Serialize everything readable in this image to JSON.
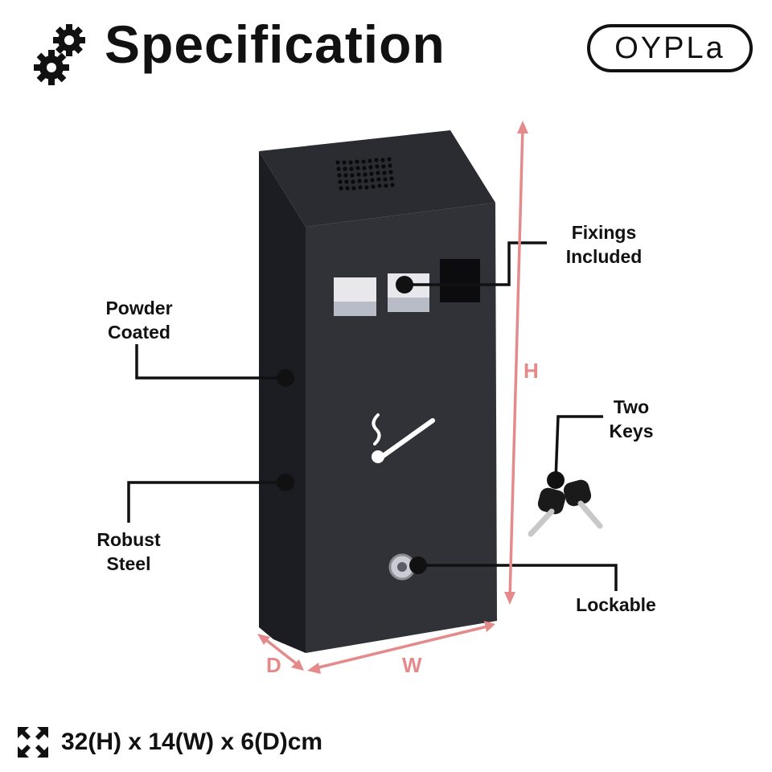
{
  "header": {
    "title": "Specification",
    "icon": "gears-icon",
    "logo_text": "OYPLa"
  },
  "callouts": {
    "fixings": [
      "Fixings",
      "Included"
    ],
    "powder": [
      "Powder",
      "Coated"
    ],
    "keys": [
      "Two",
      "Keys"
    ],
    "steel": [
      "Robust",
      "Steel"
    ],
    "lockable": "Lockable"
  },
  "dimensions": {
    "h_label": "H",
    "w_label": "W",
    "d_label": "D"
  },
  "footer": {
    "icon": "expand-arrows-icon",
    "size_text": "32(H) x 14(W) x 6(D)cm"
  },
  "colors": {
    "box": "#2b2d33",
    "dimension_lines": "#e58a8a",
    "text": "#111111"
  }
}
